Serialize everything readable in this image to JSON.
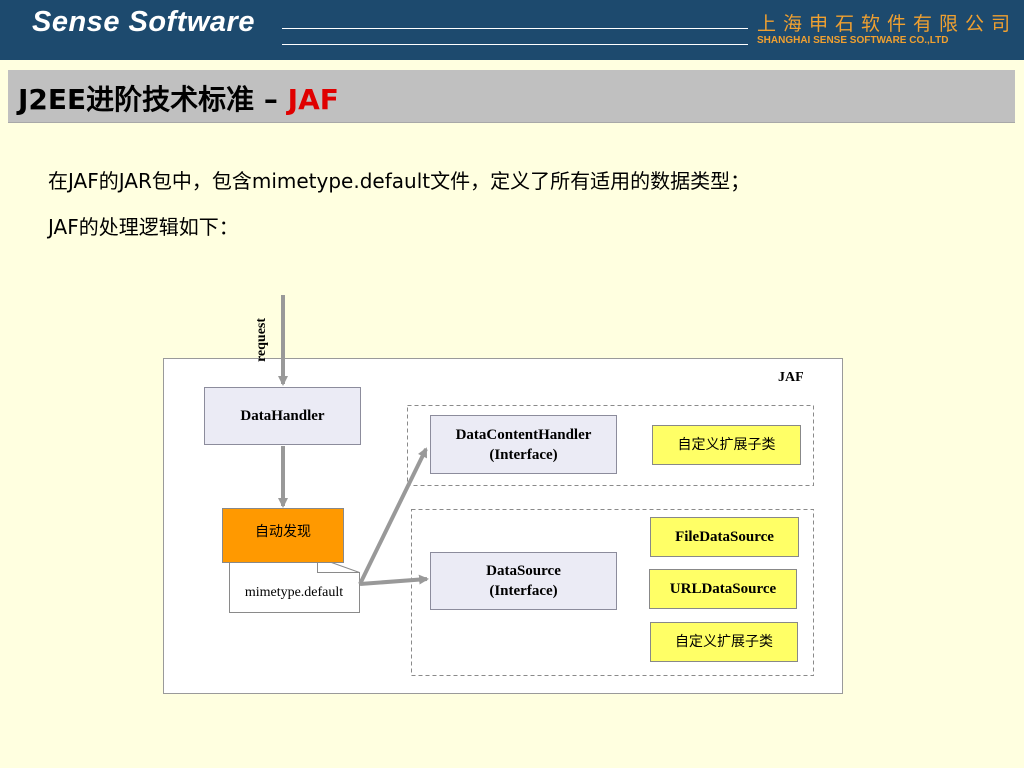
{
  "header": {
    "brand": "Sense Software",
    "company_cn": "上海申石软件有限公司",
    "company_en": "SHANGHAI SENSE SOFTWARE CO.,LTD"
  },
  "slide": {
    "title": "J2EE进阶技术标准 –",
    "title_accent": "JAF",
    "lines": [
      "在JAF的JAR包中，包含mimetype.default文件，定义了所有适用的数据类型；",
      "JAF的处理逻辑如下："
    ]
  },
  "diagram": {
    "request_label": "request",
    "frame_label": "JAF",
    "data_handler": "DataHandler",
    "data_content_handler": "DataContentHandler\n(Interface)",
    "custom_subclass_1": "自定义扩展子类",
    "auto_discovery": "自动发现",
    "mimetype_file": "mimetype.default",
    "data_source": "DataSource\n(Interface)",
    "file_data_source": "FileDataSource",
    "url_data_source": "URLDataSource",
    "custom_subclass_2": "自定义扩展子类"
  },
  "colors": {
    "header_bg": "#1d4a6e",
    "accent_orange": "#f0a030",
    "title_accent": "#e00000",
    "interface_box": "#ebebf5",
    "impl_box": "#ffff66",
    "auto_discovery_box": "#ff9900",
    "arrow": "#999999"
  }
}
